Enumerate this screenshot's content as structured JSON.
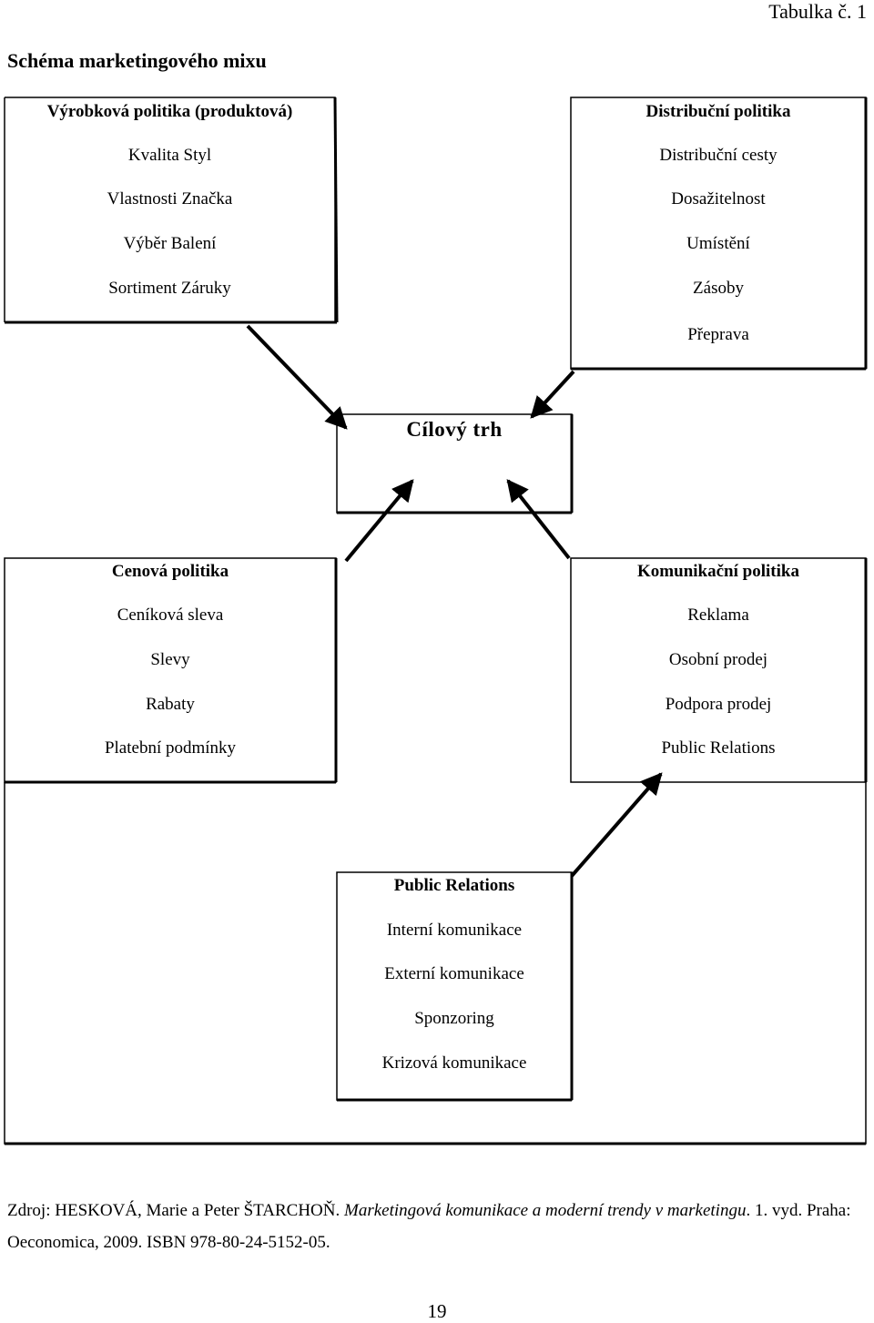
{
  "header": {
    "table_label": "Tabulka č. 1",
    "title": "Schéma marketingového mixu"
  },
  "boxes": {
    "product": {
      "title": "Výrobková politika (produktová)",
      "items": [
        "Kvalita Styl",
        "Vlastnosti Značka",
        "Výběr Balení",
        "Sortiment Záruky"
      ]
    },
    "distribution": {
      "title": "Distribuční politika",
      "items": [
        "Distribuční cesty",
        "Dosažitelnost",
        "Umístění",
        "Zásoby",
        "Přeprava"
      ]
    },
    "target": {
      "title": "Cílový trh"
    },
    "price": {
      "title": "Cenová politika",
      "items": [
        "Ceníková sleva",
        "Slevy",
        "Rabaty",
        "Platební podmínky"
      ]
    },
    "communication": {
      "title": "Komunikační politika",
      "items": [
        "Reklama",
        "Osobní prodej",
        "Podpora prodej",
        "Public Relations"
      ]
    },
    "pr": {
      "title": "Public Relations",
      "items": [
        "Interní komunikace",
        "Externí komunikace",
        "Sponzoring",
        "Krizová komunikace"
      ]
    }
  },
  "source": {
    "prefix": "Zdroj: HESKOVÁ, Marie a Peter ŠTARCHOŇ. ",
    "book_title": "Marketingová komunikace a moderní trendy v marketingu",
    "suffix": ". 1. vyd. Praha: Oeconomica, 2009. ISBN 978-80-24-5152-05."
  },
  "page_number": "19"
}
